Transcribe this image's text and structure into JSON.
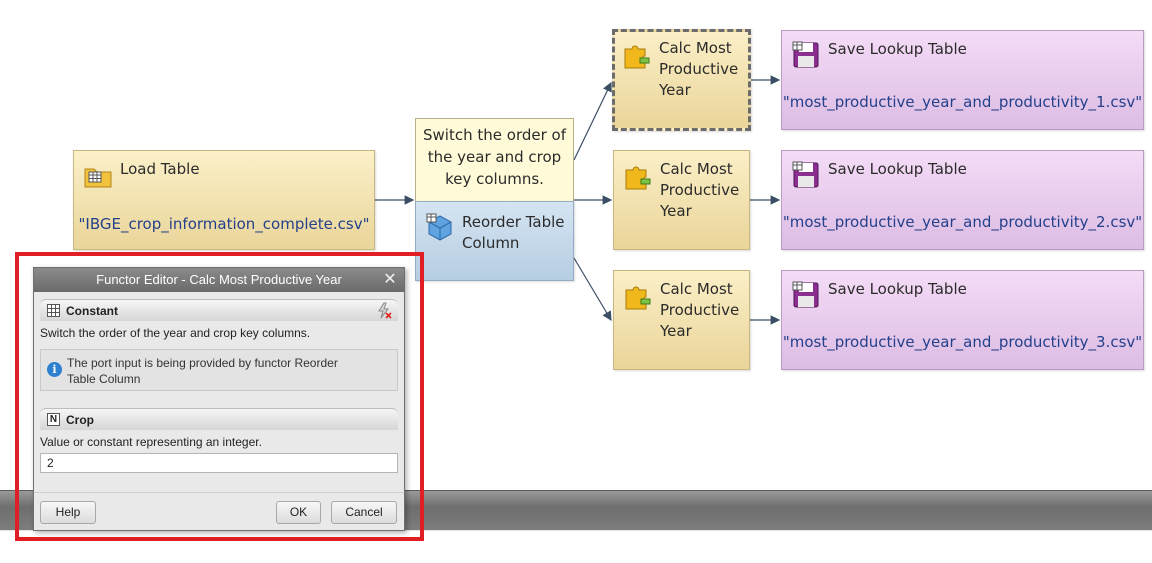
{
  "workflow": {
    "load_table": {
      "title": "Load Table",
      "arg": "\"IBGE_crop_information_complete.csv\""
    },
    "reorder": {
      "title": "Reorder Table Column",
      "tooltip": "Switch the order of the year and crop key columns."
    },
    "calc_nodes": [
      {
        "title": "Calc Most Productive Year"
      },
      {
        "title": "Calc Most Productive Year"
      },
      {
        "title": "Calc Most Productive Year"
      }
    ],
    "save_nodes": [
      {
        "title": "Save Lookup Table",
        "arg": "\"most_productive_year_and_productivity_1.csv\""
      },
      {
        "title": "Save Lookup Table",
        "arg": "\"most_productive_year_and_productivity_2.csv\""
      },
      {
        "title": "Save Lookup Table",
        "arg": "\"most_productive_year_and_productivity_3.csv\""
      }
    ]
  },
  "dialog": {
    "title": "Functor Editor - Calc Most Productive Year",
    "constant": {
      "header": "Constant",
      "description": "Switch the order of the year and crop key columns.",
      "info": "The port input is being provided by functor Reorder Table Column"
    },
    "crop": {
      "header": "Crop",
      "description": "Value or constant representing an integer.",
      "value": "2"
    },
    "buttons": {
      "help": "Help",
      "ok": "OK",
      "cancel": "Cancel"
    }
  },
  "icons": [
    "folder-table-icon",
    "puzzle-icon",
    "save-disk-icon",
    "cube-table-icon",
    "info-icon",
    "lightning-clear-icon",
    "close-icon"
  ],
  "colors": {
    "highlight": "#e01e23",
    "arg_text": "#24408a"
  }
}
